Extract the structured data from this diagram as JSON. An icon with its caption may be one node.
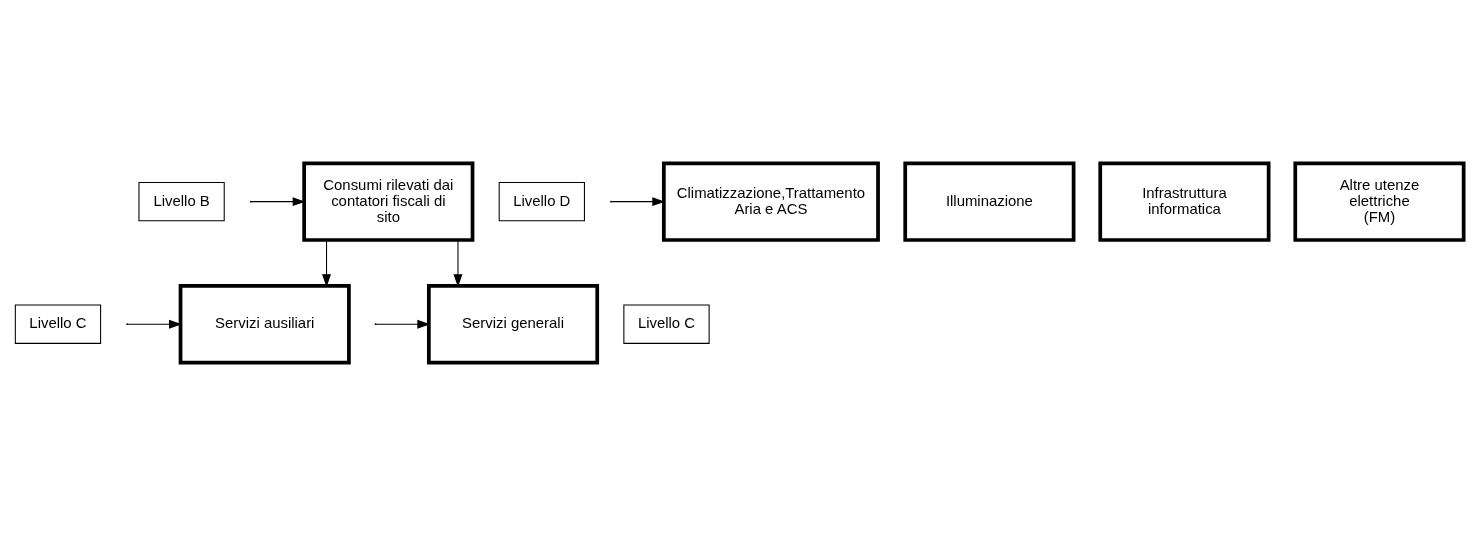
{
  "diagram": {
    "nodes": [
      {
        "text": [
          "Livello B"
        ]
      },
      {
        "text": [
          "Consumi rilevati dai contatori fiscali di sito"
        ]
      },
      {
        "text": [
          "Livello C"
        ]
      },
      {
        "text": [
          "Servizi generali"
        ]
      },
      {
        "text": [
          "Livello C"
        ]
      },
      {
        "text": [
          "Servizi ausiliari"
        ]
      },
      {
        "text": [
          "Livello D"
        ]
      },
      {
        "text": [
          "Climatizzazione,Trattamento Aria e ACS"
        ]
      },
      {
        "text": [
          "Illuminazione"
        ]
      },
      {
        "text": [
          "Infrastruttura informatica"
        ]
      },
      {
        "text": [
          "Altre utenze elettriche (FM)"
        ]
      }
    ],
    "edges": [
      {
        "from": 1,
        "to": 3,
        "arrow": "to"
      },
      {
        "from": 1,
        "to": 5,
        "arrow": "to"
      },
      {
        "from": null,
        "to": 1,
        "arrow": "to"
      },
      {
        "from": null,
        "to": 3,
        "arrow": "to"
      },
      {
        "from": null,
        "to": 5,
        "arrow": "to"
      },
      {
        "from": null,
        "to": 7,
        "arrow": "to"
      }
    ]
  }
}
